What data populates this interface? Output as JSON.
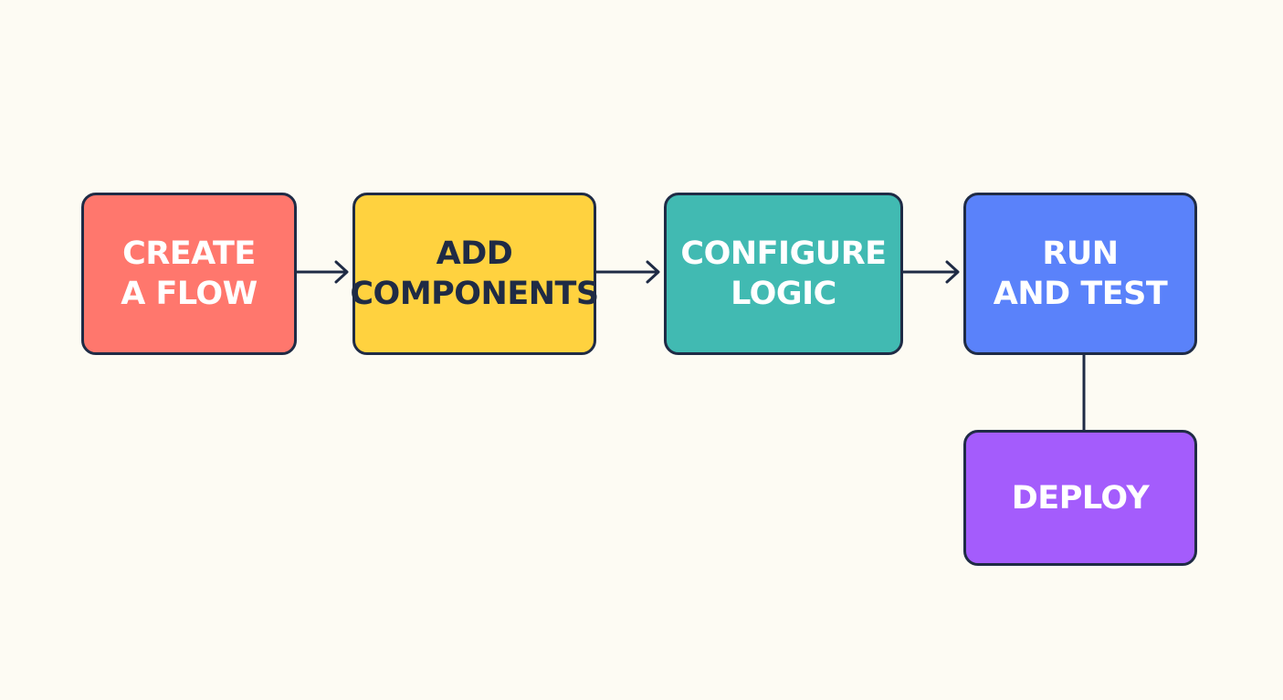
{
  "diagram": {
    "steps": [
      {
        "id": "create",
        "label": "CREATE\nA FLOW",
        "fill": "#FF776D",
        "text_color": "#FFFFFF"
      },
      {
        "id": "add",
        "label": "ADD\nCOMPONENTS",
        "fill": "#FFD23F",
        "text_color": "#1F2B45"
      },
      {
        "id": "config",
        "label": "CONFIGURE\nLOGIC",
        "fill": "#41BAB2",
        "text_color": "#FFFFFF"
      },
      {
        "id": "run",
        "label": "RUN\nAND TEST",
        "fill": "#5A82FA",
        "text_color": "#FFFFFF"
      },
      {
        "id": "deploy",
        "label": "DEPLOY",
        "fill": "#A45CFC",
        "text_color": "#FFFFFF"
      }
    ],
    "edges": [
      {
        "from": "create",
        "to": "add",
        "style": "arrow"
      },
      {
        "from": "add",
        "to": "config",
        "style": "arrow"
      },
      {
        "from": "config",
        "to": "run",
        "style": "arrow"
      },
      {
        "from": "run",
        "to": "deploy",
        "style": "line"
      }
    ],
    "colors": {
      "background": "#FDFBF3",
      "outline": "#1F2B45"
    }
  }
}
